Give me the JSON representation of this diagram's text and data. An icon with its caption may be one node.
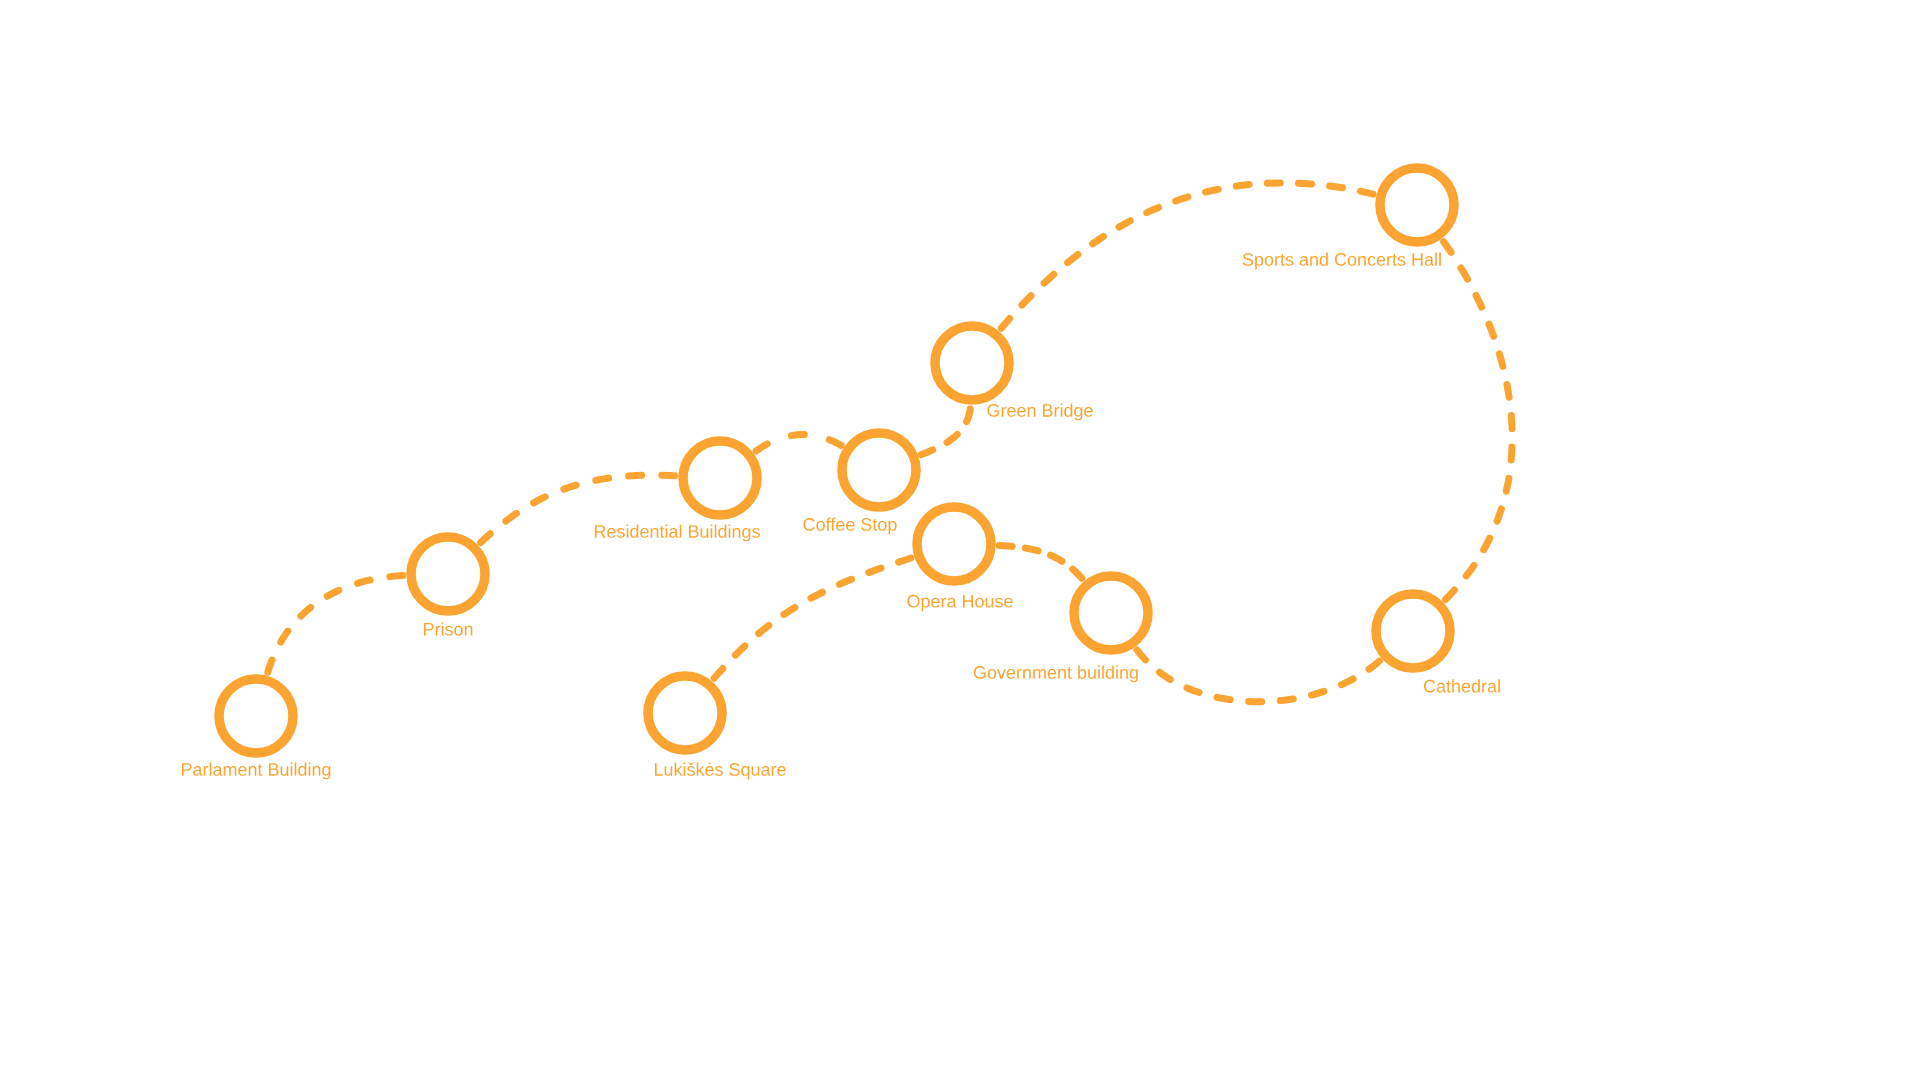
{
  "diagram": {
    "nodes": [
      {
        "text": [
          "Parlament Building"
        ]
      },
      {
        "text": [
          "Prison"
        ]
      },
      {
        "text": [
          "Residential Buildings"
        ]
      },
      {
        "text": [
          "Coffee Stop"
        ]
      },
      {
        "text": [
          "Green Bridge"
        ]
      },
      {
        "text": [
          "Sports and Concerts Hall"
        ]
      },
      {
        "text": [
          "Cathedral"
        ]
      },
      {
        "text": [
          "Government building"
        ]
      },
      {
        "text": [
          "Opera House"
        ]
      },
      {
        "text": [
          "Lukiškės Square"
        ]
      }
    ],
    "edges": [
      {
        "from": 0,
        "to": 1,
        "arrow": "none",
        "style": "dashed"
      },
      {
        "from": 1,
        "to": 2,
        "arrow": "none",
        "style": "dashed"
      },
      {
        "from": 2,
        "to": 3,
        "arrow": "none",
        "style": "dashed"
      },
      {
        "from": 3,
        "to": 4,
        "arrow": "none",
        "style": "dashed"
      },
      {
        "from": 4,
        "to": 5,
        "arrow": "none",
        "style": "dashed"
      },
      {
        "from": 5,
        "to": 6,
        "arrow": "none",
        "style": "dashed"
      },
      {
        "from": 6,
        "to": 7,
        "arrow": "none",
        "style": "dashed"
      },
      {
        "from": 7,
        "to": 8,
        "arrow": "none",
        "style": "dashed"
      },
      {
        "from": 8,
        "to": 9,
        "arrow": "none",
        "style": "dashed"
      }
    ]
  }
}
